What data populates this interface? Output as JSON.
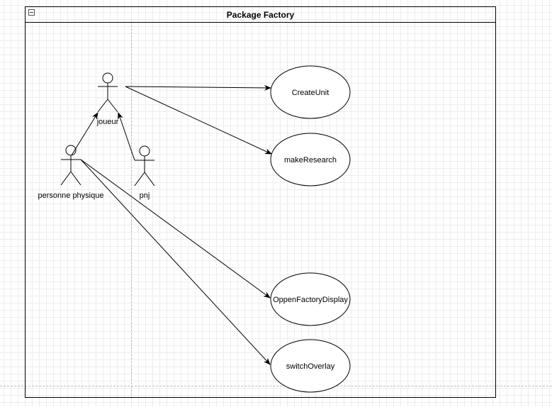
{
  "package": {
    "title": "Package Factory"
  },
  "actors": {
    "joueur": "joueur",
    "personne_physique": "personne physique",
    "pnj": "pnj"
  },
  "use_cases": {
    "create_unit": "CreateUnit",
    "make_research": "makeResearch",
    "open_factory_display": "OppenFactoryDisplay",
    "switch_overlay": "switchOverlay"
  },
  "colors": {
    "stroke": "#000000",
    "grid": "#dcdcdc",
    "background": "#ffffff"
  }
}
